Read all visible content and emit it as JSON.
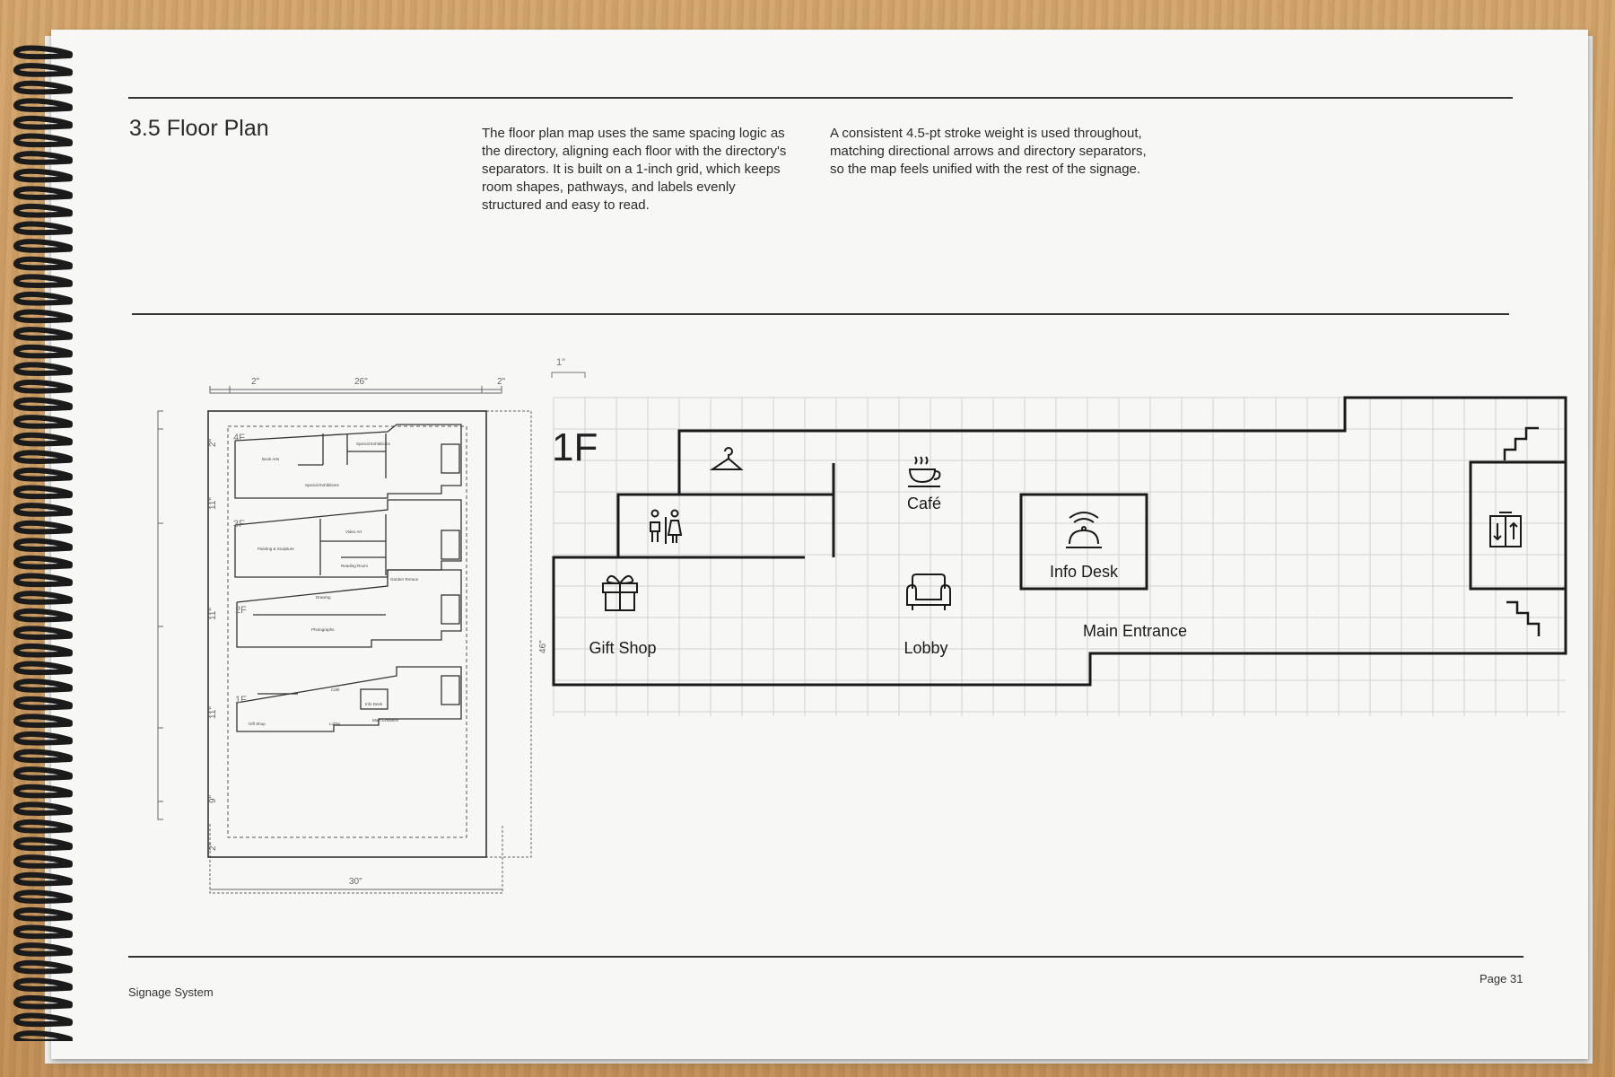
{
  "header": {
    "section_title": "3.5 Floor Plan",
    "paragraph_1": "The floor plan map uses the same spacing logic as the directory, aligning each floor with the directory's separators. It is built on a 1-inch grid, which keeps room shapes, pathways, and labels evenly structured and easy to read.",
    "paragraph_2": "A consistent 4.5-pt stroke weight is used throughout, matching directional arrows and directory separators, so the map feels unified with the rest of the signage."
  },
  "overview_map": {
    "dims": {
      "top_left": "2\"",
      "top_mid": "26\"",
      "top_right": "2\"",
      "left_1": "2\"",
      "left_2": "11\"",
      "left_3": "11\"",
      "left_4": "11\"",
      "left_5": "9\"",
      "left_6": "2\"",
      "right": "46\"",
      "bottom": "30\""
    },
    "floors": {
      "f4": {
        "label": "4F",
        "rooms": {
          "book_arts": "Book Arts",
          "special_ex_1": "Special Exhibitions",
          "special_ex_2": "Special Exhibitions"
        }
      },
      "f3": {
        "label": "3F",
        "rooms": {
          "painting": "Painting & Sculpture",
          "video_art": "Video Art",
          "reading_room": "Reading Room",
          "garden_terrace": "Garden Terrace"
        }
      },
      "f2": {
        "label": "2F",
        "rooms": {
          "drawing": "Drawing",
          "photographs": "Photographs"
        }
      },
      "f1": {
        "label": "1F",
        "rooms": {
          "cafe": "Café",
          "info_desk": "Info Desk",
          "gift_shop": "Gift Shop",
          "lobby": "Lobby",
          "main_entrance": "Main Entrance"
        }
      }
    }
  },
  "main_map": {
    "dim_label": "1\"",
    "floor_label": "1F",
    "rooms": {
      "cafe": "Café",
      "info_desk": "Info Desk",
      "gift_shop": "Gift Shop",
      "lobby": "Lobby",
      "main_entrance": "Main Entrance"
    },
    "icons": [
      "coat-hanger-icon",
      "restroom-icon",
      "coffee-cup-icon",
      "service-bell-icon",
      "gift-icon",
      "armchair-icon",
      "elevator-icon",
      "stairs-up-icon",
      "stairs-down-icon"
    ]
  },
  "footer": {
    "left": "Signage System",
    "right": "Page 31"
  }
}
